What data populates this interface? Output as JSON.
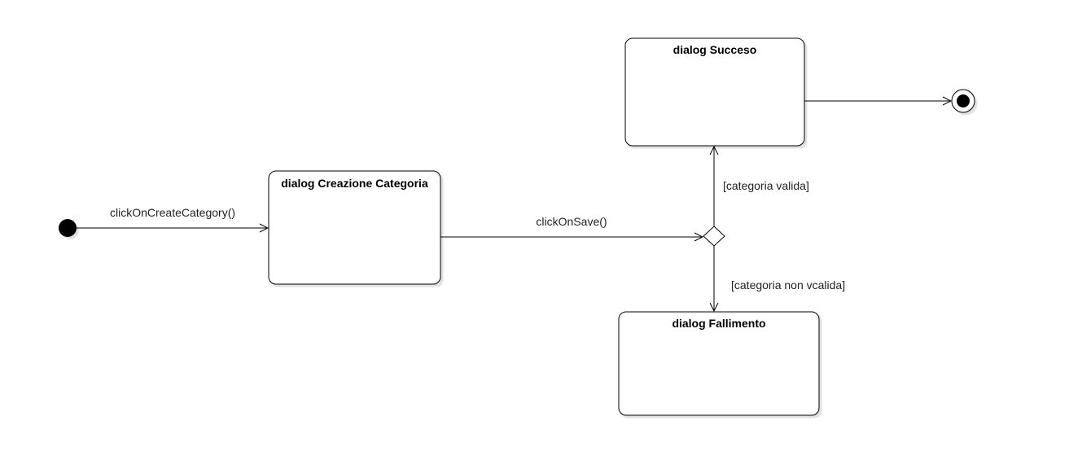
{
  "diagram": {
    "states": {
      "creazione": {
        "title": "dialog Creazione Categoria"
      },
      "successo": {
        "title": "dialog Succeso"
      },
      "fallimento": {
        "title": "dialog Fallimento"
      }
    },
    "transitions": {
      "start_to_creazione": {
        "label": "clickOnCreateCategory()"
      },
      "creazione_to_decision": {
        "label": "clickOnSave()"
      },
      "decision_to_successo": {
        "label": "[categoria valida]"
      },
      "decision_to_fallimento": {
        "label": "[categoria non vcalida]"
      }
    }
  }
}
